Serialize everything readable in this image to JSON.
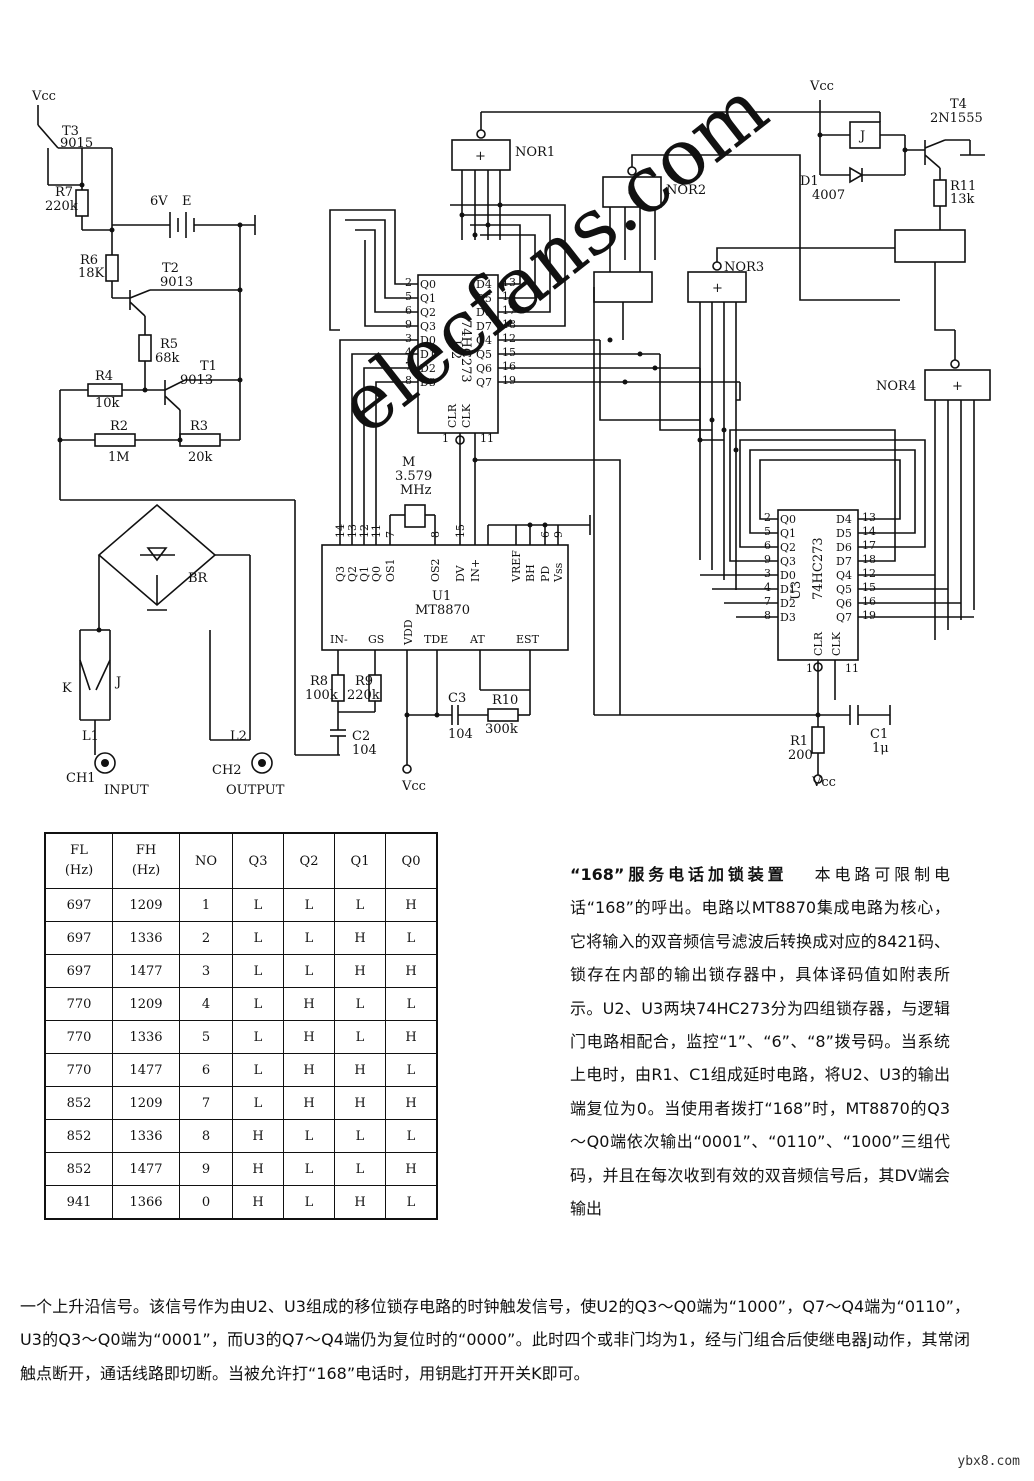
{
  "watermark": "elecfans.com",
  "schematic": {
    "vcc_labels": [
      "Vcc",
      "Vcc",
      "Vcc",
      "Vcc"
    ],
    "transistors": {
      "t3": "T3",
      "t3_type": "9015",
      "t2": "T2",
      "t2_type": "9013",
      "t1": "T1",
      "t1_type": "9013",
      "t4": "T4",
      "t4_type": "2N1555"
    },
    "resistors": {
      "r7": "R7",
      "r7_val": "220k",
      "r6": "R6",
      "r6_val": "18K",
      "r5": "R5",
      "r5_val": "68k",
      "r4": "R4",
      "r4_val": "10k",
      "r2": "R2",
      "r2_val": "1M",
      "r3": "R3",
      "r3_val": "20k",
      "r8": "R8",
      "r8_val": "100k",
      "r9": "R9",
      "r9_val": "220k",
      "r10": "R10",
      "r10_val": "300k",
      "r1": "R1",
      "r1_val": "200",
      "r11": "R11",
      "r11_val": "13k"
    },
    "battery": {
      "voltage": "6V",
      "name": "E"
    },
    "crystal": {
      "name": "M",
      "freq1": "3.579",
      "freq2": "MHz"
    },
    "gates": [
      "NOR1",
      "NOR2",
      "NOR3",
      "NOR4"
    ],
    "gate_symbol": "+",
    "relay": "J",
    "diode": {
      "name": "D1",
      "type": "4007"
    },
    "bridge": "BR",
    "switch": "K",
    "contact": "J",
    "capacitors": {
      "c2": "C2",
      "c2_val": "104",
      "c3": "C3",
      "c3_val": "104",
      "c1": "C1",
      "c1_val": "1μ"
    },
    "connectors": {
      "l1": "L1",
      "l2": "L2",
      "ch1": "CH1",
      "ch2": "CH2",
      "input": "INPUT",
      "output": "OUTPUT"
    },
    "u2": {
      "name": "U2",
      "part": "74HC273",
      "left_pins": [
        [
          "2",
          "Q0"
        ],
        [
          "5",
          "Q1"
        ],
        [
          "6",
          "Q2"
        ],
        [
          "9",
          "Q3"
        ],
        [
          "3",
          "D0"
        ],
        [
          "4",
          "D1"
        ],
        [
          "7",
          "D2"
        ],
        [
          "8",
          "D3"
        ]
      ],
      "right_pins": [
        [
          "13",
          "D4"
        ],
        [
          "14",
          "D5"
        ],
        [
          "17",
          "D6"
        ],
        [
          "18",
          "D7"
        ],
        [
          "12",
          "Q4"
        ],
        [
          "15",
          "Q5"
        ],
        [
          "16",
          "Q6"
        ],
        [
          "19",
          "Q7"
        ]
      ],
      "bottom": [
        "CLR",
        "CLK"
      ],
      "bottom_pins": [
        "1",
        "11"
      ]
    },
    "u3": {
      "name": "U3",
      "part": "74HC273",
      "left_pins": [
        [
          "2",
          "Q0"
        ],
        [
          "5",
          "Q1"
        ],
        [
          "6",
          "Q2"
        ],
        [
          "9",
          "Q3"
        ],
        [
          "3",
          "D0"
        ],
        [
          "4",
          "D1"
        ],
        [
          "7",
          "D2"
        ],
        [
          "8",
          "D3"
        ]
      ],
      "right_pins": [
        [
          "13",
          "D4"
        ],
        [
          "14",
          "D5"
        ],
        [
          "17",
          "D6"
        ],
        [
          "18",
          "D7"
        ],
        [
          "12",
          "Q4"
        ],
        [
          "15",
          "Q5"
        ],
        [
          "16",
          "Q6"
        ],
        [
          "19",
          "Q7"
        ]
      ],
      "bottom": [
        "CLR",
        "CLK"
      ],
      "bottom_pins": [
        "1",
        "11"
      ]
    },
    "u1": {
      "name": "U1",
      "part": "MT8870",
      "top_pins": [
        [
          "14",
          "Q3"
        ],
        [
          "13",
          "Q2"
        ],
        [
          "12",
          "Q1"
        ],
        [
          "11",
          "Q0"
        ],
        [
          "7",
          "OS1"
        ],
        [
          "8",
          "OS2"
        ],
        [
          "15",
          "DV"
        ],
        [
          "",
          "IN+"
        ],
        [
          "",
          "VREF"
        ],
        [
          "",
          "BH"
        ],
        [
          "6",
          "PD"
        ],
        [
          "9",
          "Vss"
        ]
      ],
      "bottom_pins": [
        "IN-",
        "GS",
        "VDD",
        "TDE",
        "AT",
        "EST"
      ]
    }
  },
  "table": {
    "headers": {
      "fl": "FL",
      "fl_unit": "(Hz)",
      "fh": "FH",
      "fh_unit": "(Hz)",
      "no": "NO",
      "q3": "Q3",
      "q2": "Q2",
      "q1": "Q1",
      "q0": "Q0"
    },
    "rows": [
      [
        "697",
        "1209",
        "1",
        "L",
        "L",
        "L",
        "H"
      ],
      [
        "697",
        "1336",
        "2",
        "L",
        "L",
        "H",
        "L"
      ],
      [
        "697",
        "1477",
        "3",
        "L",
        "L",
        "H",
        "H"
      ],
      [
        "770",
        "1209",
        "4",
        "L",
        "H",
        "L",
        "L"
      ],
      [
        "770",
        "1336",
        "5",
        "L",
        "H",
        "L",
        "H"
      ],
      [
        "770",
        "1477",
        "6",
        "L",
        "H",
        "H",
        "L"
      ],
      [
        "852",
        "1209",
        "7",
        "L",
        "H",
        "H",
        "H"
      ],
      [
        "852",
        "1336",
        "8",
        "H",
        "L",
        "L",
        "L"
      ],
      [
        "852",
        "1477",
        "9",
        "H",
        "L",
        "L",
        "H"
      ],
      [
        "941",
        "1366",
        "0",
        "H",
        "L",
        "H",
        "L"
      ]
    ]
  },
  "text": {
    "title": "“168”服务电话加锁装置",
    "para1": "本电路可限制电话“168”的呼出。电路以MT8870集成电路为核心，它将输入的双音频信号滤波后转换成对应的8421码、锁存在内部的输出锁存器中，具体译码值如附表所示。U2、U3两块74HC273分为四组锁存器，与逻辑门电路相配合，监控“1”、“6”、“8”拨号码。当系统上电时，由R1、C1组成延时电路，将U2、U3的输出端复位为0。当使用者拨打“168”时，MT8870的Q3～Q0端依次输出“0001”、“0110”、“1000”三组代码，并且在每次收到有效的双音频信号后，其DV端会输出",
    "para2": "一个上升沿信号。该信号作为由U2、U3组成的移位锁存电路的时钟触发信号，使U2的Q3～Q0端为“1000”，Q7～Q4端为“0110”，U3的Q3～Q0端为“0001”，而U3的Q7～Q4端仍为复位时的“0000”。此时四个或非门均为1，经与门组合后使继电器J动作，其常闭触点断开，通话线路即切断。当被允许打“168”电话时，用钥匙打开开关K即可。"
  },
  "footer": "ybx8.com"
}
